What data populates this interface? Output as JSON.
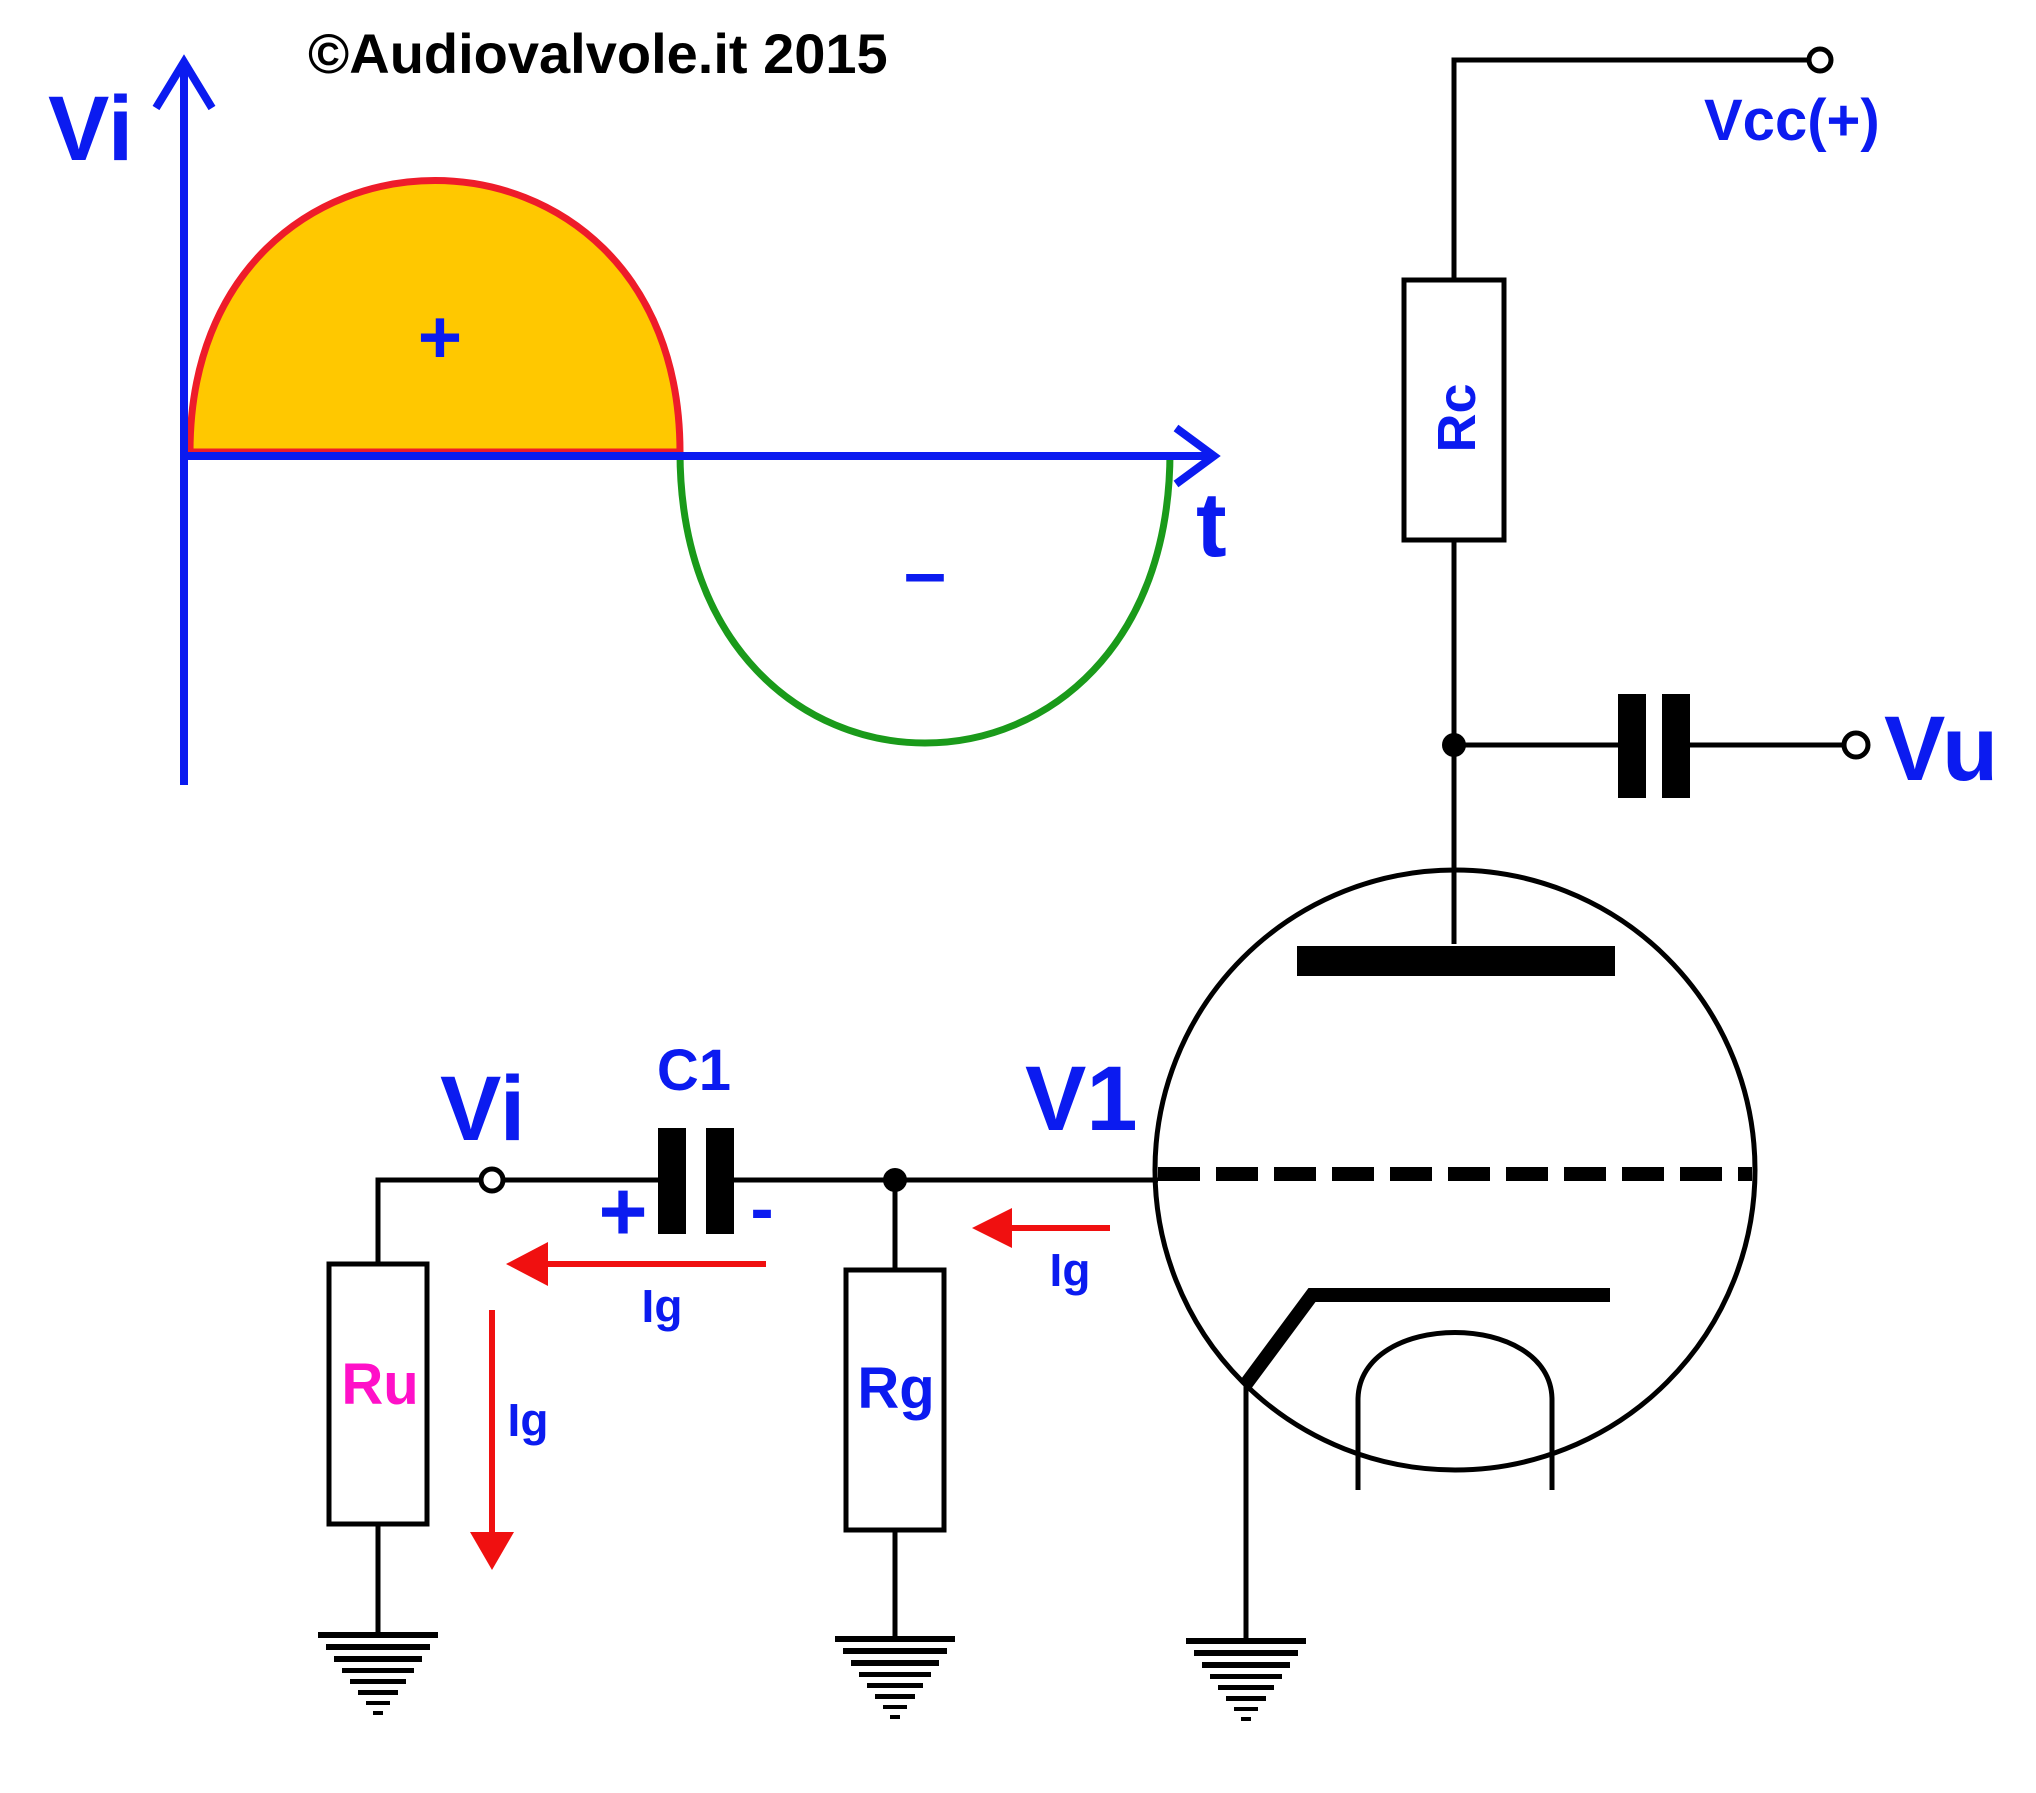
{
  "copyright": "©Audiovalvole.it 2015",
  "waveform": {
    "y_axis_label": "Vi",
    "x_axis_label": "t",
    "positive_sign": "+",
    "negative_sign": "–"
  },
  "circuit": {
    "supply_label": "Vcc(+)",
    "plate_resistor": "Rc",
    "output_label": "Vu",
    "tube_label": "V1",
    "input_label": "Vi",
    "coupling_capacitor": "C1",
    "cap_plus": "+",
    "cap_minus": "-",
    "grid_resistor": "Rg",
    "source_resistor": "Ru",
    "current_label_1": "Ig",
    "current_label_2": "Ig",
    "current_label_3": "Ig"
  },
  "colors": {
    "label_blue": "#0b1bf0",
    "positive_half_fill": "#ffc800",
    "positive_half_stroke": "#ee1c2a",
    "negative_half_stroke": "#1a9a1a",
    "current_arrow": "#f01010",
    "ru_label": "#ff10c8",
    "wire": "#000000"
  }
}
